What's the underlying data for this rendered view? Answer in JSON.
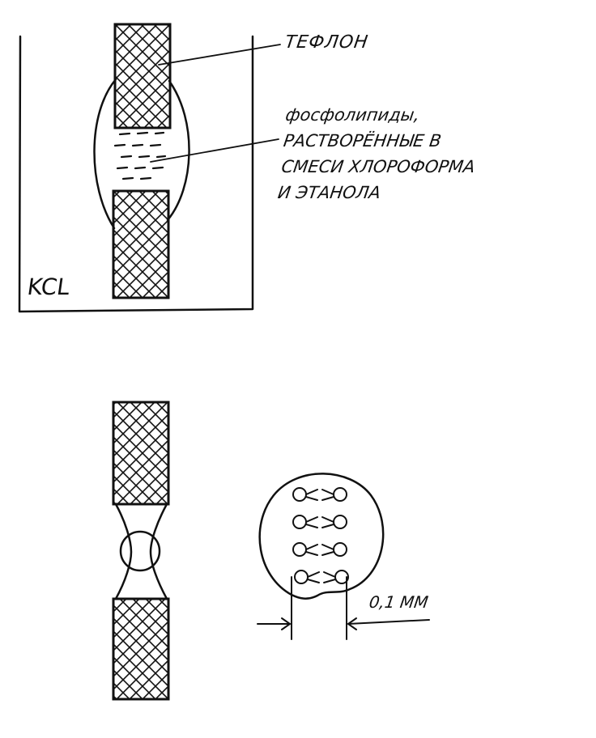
{
  "labels": {
    "teflon": "ТЕФЛОН",
    "phospholipids_lines": [
      "фосфолипиды,",
      "РАСТВОРЁННЫЕ В",
      "СМЕСИ ХЛОРОФОРМА",
      "И ЭТАНОЛА"
    ],
    "kcl": "KCL",
    "scale": "0,1 ММ"
  },
  "colors": {
    "ink": "#111111",
    "paper": "#ffffff"
  }
}
